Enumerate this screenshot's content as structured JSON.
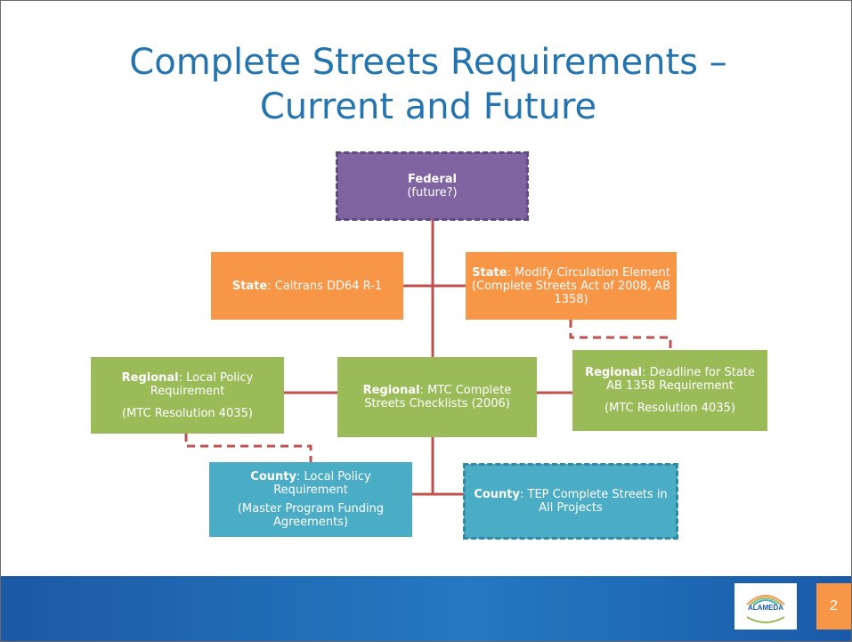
{
  "slide": {
    "title_line1": "Complete Streets Requirements –",
    "title_line2": "Current and Future",
    "page_number": "2"
  },
  "colors": {
    "title": "#2474b0",
    "federal": "#8064a2",
    "state": "#f79646",
    "regional": "#9bbb59",
    "county": "#4bacc6",
    "connector": "#c0504d",
    "footer": "#1c58a6"
  },
  "nodes": {
    "federal": {
      "bold": "Federal",
      "text": "(future?)"
    },
    "state_caltrans": {
      "bold": "State",
      "text": ": Caltrans DD64 R-1"
    },
    "state_circulation": {
      "bold": "State",
      "text": ": Modify Circulation Element (Complete Streets Act of 2008, AB 1358)"
    },
    "regional_local": {
      "bold": "Regional",
      "text": ": Local Policy Requirement",
      "text2": "(MTC Resolution 4035)"
    },
    "regional_mtc": {
      "bold": "Regional",
      "text": ": MTC Complete Streets Checklists (2006)"
    },
    "regional_deadline": {
      "bold": "Regional",
      "text": ": Deadline for State AB 1358 Requirement",
      "text2": "(MTC Resolution 4035)"
    },
    "county_local": {
      "bold": "County",
      "text": ":  Local Policy Requirement",
      "text2": "(Master Program Funding Agreements)"
    },
    "county_tep": {
      "bold": "County",
      "text": ": TEP Complete Streets in All Projects"
    }
  },
  "logo": {
    "text": "ALAMEDA",
    "icon": "alameda-ctc-logo-icon"
  }
}
